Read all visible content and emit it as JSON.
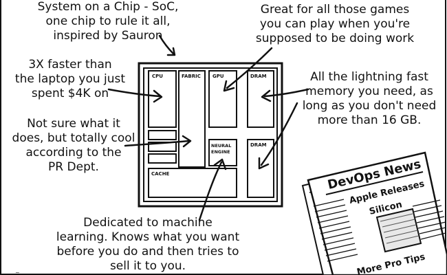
{
  "annotations": {
    "soc": [
      "System on a Chip - SoC,",
      "one chip to rule it all,",
      "inspired by Sauron"
    ],
    "games": [
      "Great for all those games",
      "you can play when you're",
      "supposed to be doing work"
    ],
    "cpu": [
      "3X faster than",
      "the laptop you just",
      "spent $4K on"
    ],
    "memory": [
      "All the lightning fast",
      "memory you need, as",
      "long as you don't need",
      "more than 16 GB."
    ],
    "fabric": [
      "Not sure what it",
      "does, but totally cool",
      "according to the",
      "PR Dept."
    ],
    "neural": [
      "Dedicated to machine",
      "learning. Knows what you want",
      "before you do and then tries to",
      "sell it to you."
    ]
  },
  "chip_labels": {
    "cpu": "CPU",
    "fabric": "FABRIC",
    "gpu": "GPU",
    "dram_top": "DRAM",
    "dram_bottom": "DRAM",
    "neural_line1": "NEURAL",
    "neural_line2": "ENGINE",
    "cache": "CACHE"
  },
  "newspaper": {
    "title": "DevOps News",
    "headline_line1": "Apple Releases",
    "headline_line2": "Silicon",
    "footer": "More Pro Tips"
  }
}
